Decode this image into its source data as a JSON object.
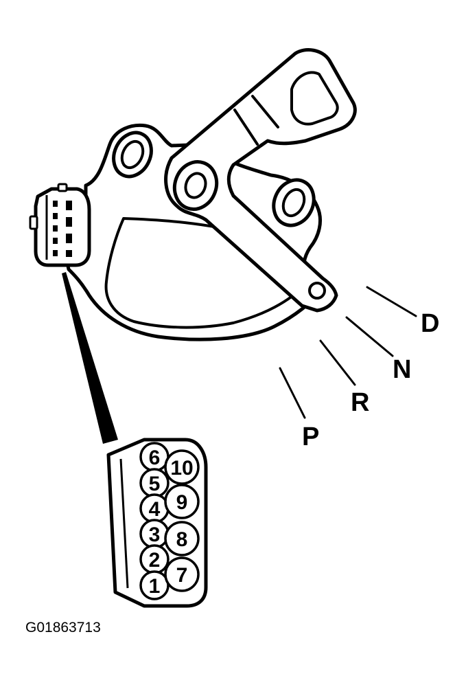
{
  "figure_id": "G01863713",
  "gear_positions": [
    {
      "key": "D",
      "label": "D"
    },
    {
      "key": "N",
      "label": "N"
    },
    {
      "key": "R",
      "label": "R"
    },
    {
      "key": "P",
      "label": "P"
    }
  ],
  "connector_pins": {
    "left_column": [
      "6",
      "5",
      "4",
      "3",
      "2",
      "1"
    ],
    "right_column": [
      "10",
      "9",
      "8",
      "7"
    ]
  }
}
